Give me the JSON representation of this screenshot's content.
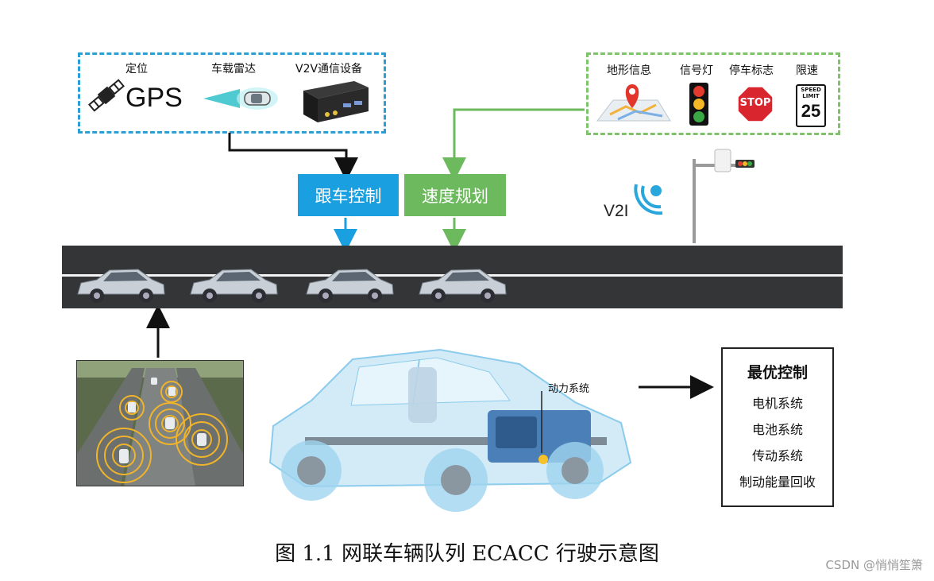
{
  "sensors": {
    "gps_label": "定位",
    "gps_text": "GPS",
    "radar_label": "车载雷达",
    "v2v_label": "V2V通信设备"
  },
  "infrastructure": {
    "terrain_label": "地形信息",
    "signal_label": "信号灯",
    "stop_label": "停车标志",
    "speed_label": "限速",
    "stop_sign_text": "STOP",
    "speed_sign_top": "SPEED",
    "speed_sign_mid": "LIMIT",
    "speed_sign_value": "25"
  },
  "control": {
    "follow_label": "跟车控制",
    "speed_plan_label": "速度规划"
  },
  "v2i_label": "V2I",
  "powertrain_label": "动力系统",
  "optimal_panel": {
    "title": "最优控制",
    "items": [
      "电机系统",
      "电池系统",
      "传动系统",
      "制动能量回收"
    ]
  },
  "caption": "图 1.1  网联车辆队列 ECACC 行驶示意图",
  "watermark": "CSDN @悄悄笙箫",
  "colors": {
    "blue": "#1aa0e0",
    "green": "#6db95e",
    "road": "#333537"
  }
}
